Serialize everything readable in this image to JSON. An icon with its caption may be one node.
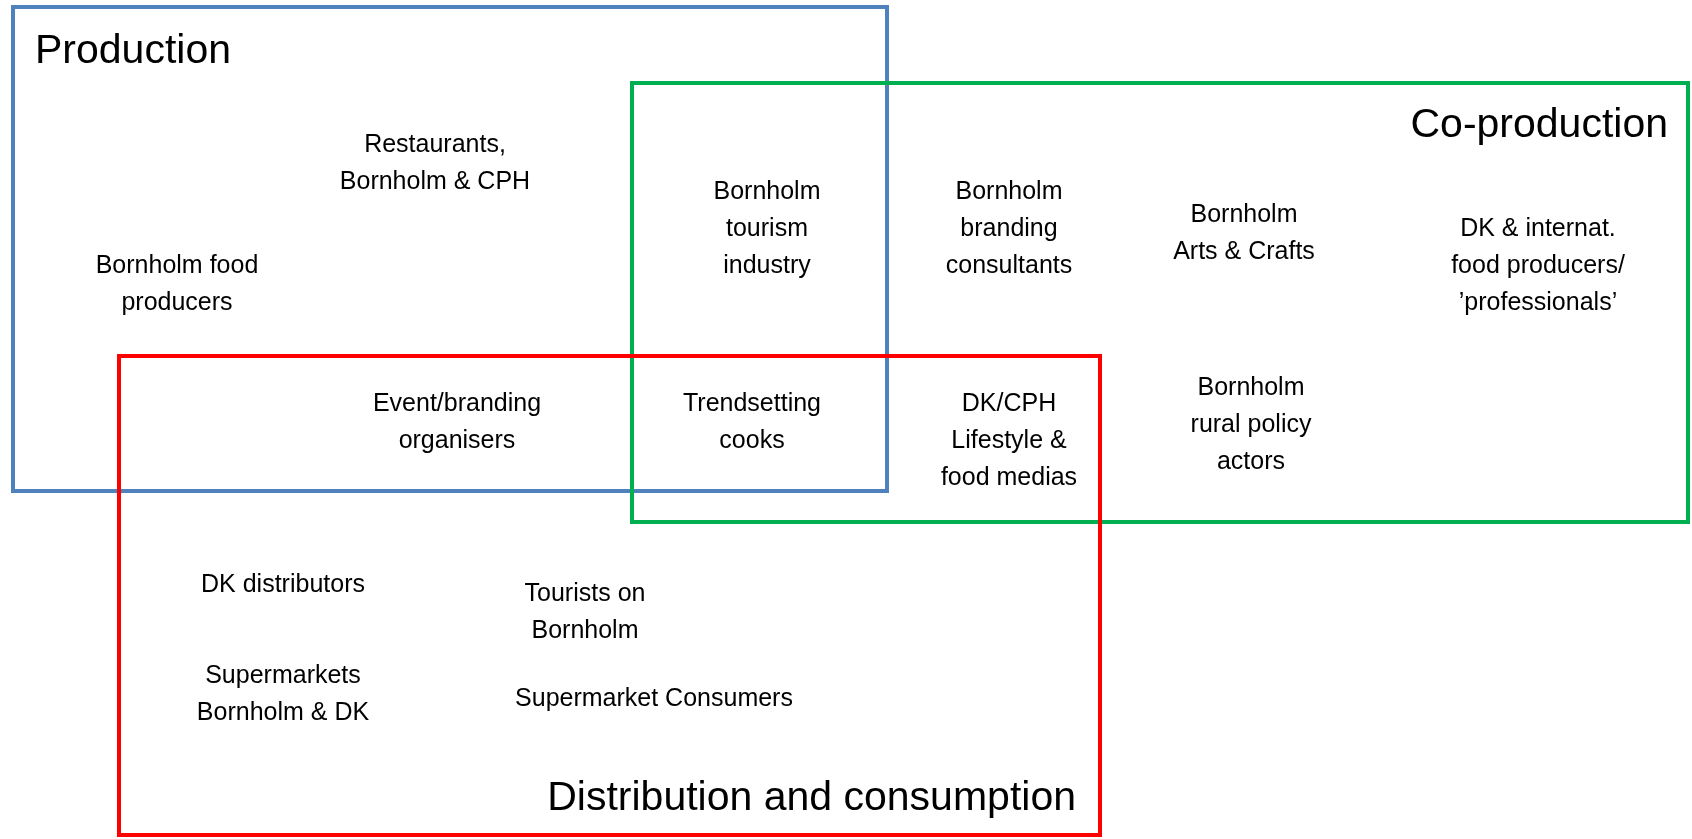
{
  "diagram": {
    "nodes": [
      {
        "text": [
          "Production"
        ]
      },
      {
        "text": [
          "Co-production"
        ]
      },
      {
        "text": [
          "Distribution and consumption"
        ]
      }
    ],
    "labels": [
      "Restaurants, Bornholm & CPH",
      "Bornholm tourism industry",
      "Bornholm branding consultants",
      "Bornholm Arts & Crafts",
      "DK & internat. food producers/ ’professionals’",
      "Bornholm food producers",
      "Event/branding organisers",
      "Trendsetting cooks",
      "DK/CPH Lifestyle & food medias",
      "Bornholm rural policy actors",
      "DK distributors",
      "Tourists on Bornholm",
      "Supermarkets Bornholm & DK",
      "Supermarket Consumers"
    ]
  }
}
